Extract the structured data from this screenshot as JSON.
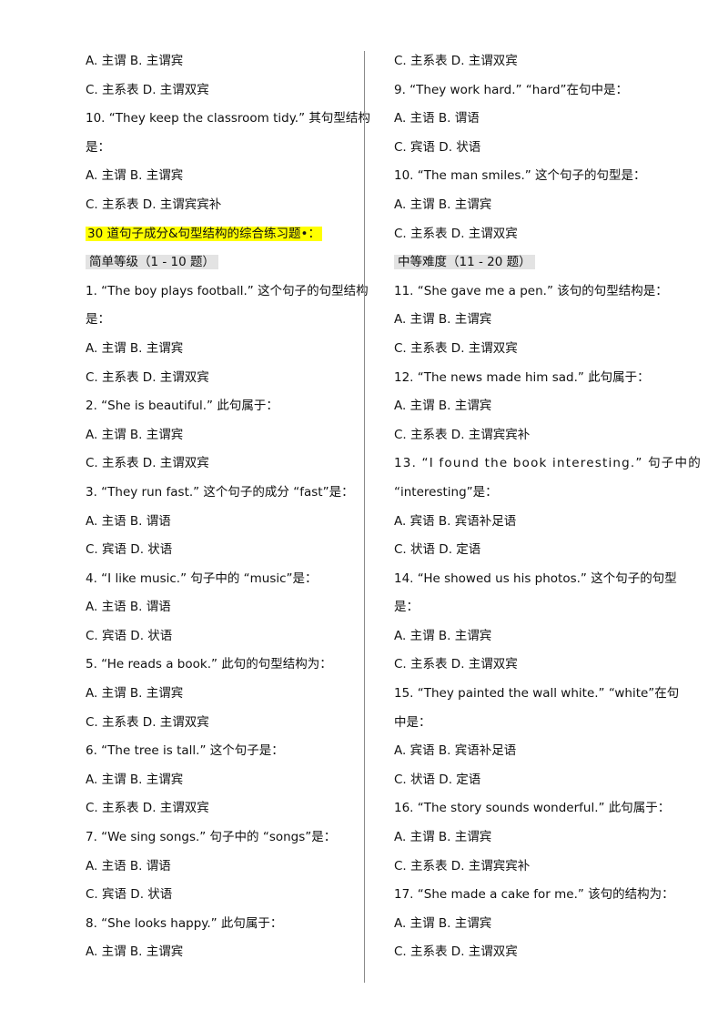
{
  "left_lines": [
    {
      "text": "A. 主谓    B. 主谓宾"
    },
    {
      "text": "C. 主系表    D. 主谓双宾"
    },
    {
      "text": "10. “They keep the classroom tidy.”  其句型结构"
    },
    {
      "text": "是："
    },
    {
      "text": "A. 主谓    B. 主谓宾"
    },
    {
      "text": "C. 主系表    D. 主谓宾宾补"
    },
    {
      "text": "30 道句子成分&句型结构的综合练习题•：",
      "style": "hl"
    },
    {
      "text": "简单等级（1 - 10 题）",
      "style": "grey"
    },
    {
      "text": "1. “The boy plays football.”  这个句子的句型结构"
    },
    {
      "text": "是："
    },
    {
      "text": "A. 主谓    B. 主谓宾"
    },
    {
      "text": "C. 主系表    D. 主谓双宾"
    },
    {
      "text": "2. “She is beautiful.”  此句属于："
    },
    {
      "text": "A. 主谓    B. 主谓宾"
    },
    {
      "text": "C. 主系表    D. 主谓双宾"
    },
    {
      "text": "3. “They run fast.”  这个句子的成分 “fast”是："
    },
    {
      "text": "A. 主语    B. 谓语"
    },
    {
      "text": "C. 宾语    D. 状语"
    },
    {
      "text": "4. “I like music.”  句子中的 “music”是："
    },
    {
      "text": "A. 主语    B. 谓语"
    },
    {
      "text": "C. 宾语    D. 状语"
    },
    {
      "text": "5. “He reads a book.”  此句的句型结构为："
    },
    {
      "text": "A. 主谓    B. 主谓宾"
    },
    {
      "text": "C. 主系表    D. 主谓双宾"
    },
    {
      "text": "6. “The tree is tall.”  这个句子是："
    },
    {
      "text": "A. 主谓    B. 主谓宾"
    },
    {
      "text": "C. 主系表    D. 主谓双宾"
    },
    {
      "text": "7. “We sing songs.”  句子中的 “songs”是："
    },
    {
      "text": "A. 主语    B. 谓语"
    },
    {
      "text": "C. 宾语    D. 状语"
    },
    {
      "text": "8. “She looks happy.”  此句属于："
    },
    {
      "text": "A. 主谓    B. 主谓宾"
    }
  ],
  "right_lines": [
    {
      "text": "C. 主系表    D. 主谓双宾"
    },
    {
      "text": "9. “They work hard.”   “hard”在句中是："
    },
    {
      "text": "A. 主语    B. 谓语"
    },
    {
      "text": "C. 宾语    D. 状语"
    },
    {
      "text": "10. “The man smiles.”  这个句子的句型是："
    },
    {
      "text": "A. 主谓    B. 主谓宾"
    },
    {
      "text": "C. 主系表    D. 主谓双宾"
    },
    {
      "text": "中等难度（11 - 20 题）",
      "style": "grey"
    },
    {
      "text": "11. “She gave me a pen.”  该句的句型结构是："
    },
    {
      "text": "A. 主谓    B. 主谓宾"
    },
    {
      "text": "C. 主系表    D. 主谓双宾"
    },
    {
      "text": "12. “The news made him sad.”  此句属于："
    },
    {
      "text": "A. 主谓    B. 主谓宾"
    },
    {
      "text": "C. 主系表    D. 主谓宾宾补"
    },
    {
      "text": "13. “I found the book interesting.”  句子中的",
      "style": "wide"
    },
    {
      "text": "“interesting”是："
    },
    {
      "text": "A. 宾语    B. 宾语补足语"
    },
    {
      "text": "C. 状语    D. 定语"
    },
    {
      "text": "14. “He showed us his photos.”  这个句子的句型"
    },
    {
      "text": "是："
    },
    {
      "text": "A. 主谓    B. 主谓宾"
    },
    {
      "text": "C. 主系表    D. 主谓双宾"
    },
    {
      "text": "15. “They painted the wall white.”   “white”在句"
    },
    {
      "text": "中是："
    },
    {
      "text": "A. 宾语    B. 宾语补足语"
    },
    {
      "text": "C. 状语    D. 定语"
    },
    {
      "text": "16. “The story sounds wonderful.”  此句属于："
    },
    {
      "text": "A. 主谓    B. 主谓宾"
    },
    {
      "text": "C. 主系表    D. 主谓宾宾补"
    },
    {
      "text": "17. “She made a cake for me.”  该句的结构为："
    },
    {
      "text": "A. 主谓    B. 主谓宾"
    },
    {
      "text": "C. 主系表    D. 主谓双宾"
    }
  ]
}
